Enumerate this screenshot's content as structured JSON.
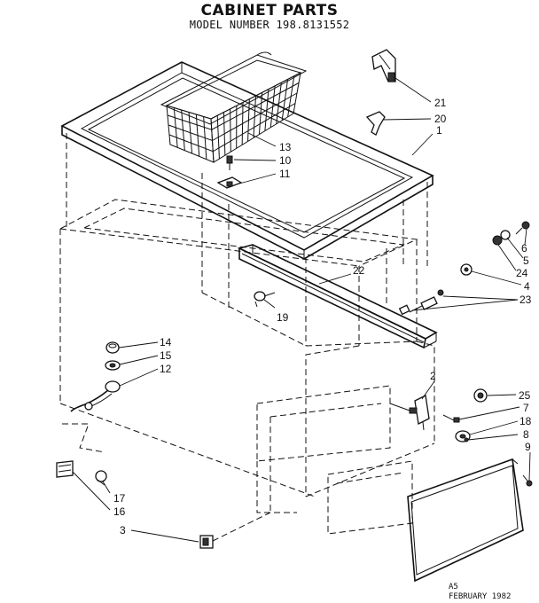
{
  "header": {
    "title": "CABINET PARTS",
    "subtitle": "MODEL NUMBER 198.8131552"
  },
  "footer": {
    "code": "A5",
    "date": "FEBRUARY 1982"
  },
  "callouts": [
    "1",
    "2",
    "3",
    "4",
    "5",
    "6",
    "7",
    "8",
    "9",
    "10",
    "11",
    "12",
    "13",
    "14",
    "15",
    "16",
    "17",
    "18",
    "19",
    "20",
    "21",
    "22",
    "23",
    "24",
    "25"
  ]
}
